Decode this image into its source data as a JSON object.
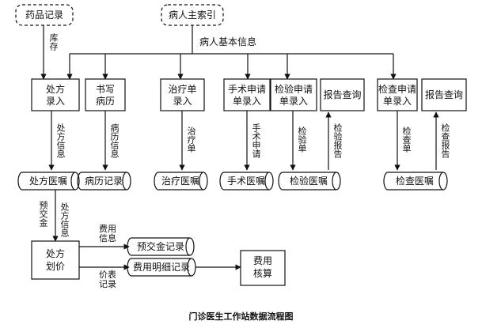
{
  "title": "门诊医生工作站数据流程图",
  "sources": {
    "drug_record": "药品记录",
    "patient_index": "病人主索引"
  },
  "flow_labels": {
    "stock": "库存",
    "patient_basic_info": "病人基本信息",
    "rx_info": "处方信息",
    "record_info": "病历信息",
    "therapy_sheet": "治疗单",
    "surgery_request": "手术申请",
    "lab_sheet": "检验单",
    "lab_report": "检验报告",
    "exam_sheet": "检查单",
    "exam_report": "检查报告",
    "deposit": "预交金",
    "rx_info2": "处方信息",
    "fee_info": "费用信息",
    "price_record": "价表记录"
  },
  "processes": {
    "rx_entry": [
      "处方",
      "录入"
    ],
    "write_record": [
      "书写",
      "病历"
    ],
    "therapy_entry": [
      "治疗单",
      "录入"
    ],
    "surgery_entry": [
      "手术申请",
      "单录入"
    ],
    "lab_entry": [
      "检验申请",
      "单录入"
    ],
    "report_query1": "报告查询",
    "exam_entry": [
      "检查申请",
      "单录入"
    ],
    "report_query2": "报告查询",
    "rx_pricing": [
      "处方",
      "划价"
    ],
    "fee_accounting": [
      "费用",
      "核算"
    ]
  },
  "stores": {
    "rx_orders": "处方医嘱",
    "medical_record": "病历记录",
    "therapy_orders": "治疗医嘱",
    "surgery_orders": "手术医嘱",
    "lab_orders": "检验医嘱",
    "exam_orders": "检查医嘱",
    "deposit_record": "预交金记录",
    "fee_detail_record": "费用明细记录"
  }
}
